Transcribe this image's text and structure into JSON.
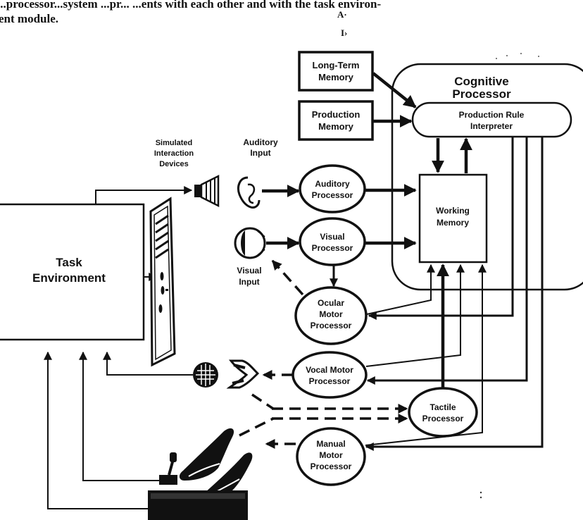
{
  "caption": {
    "line1": "...processor...system ...pr... ...ents with each other and with the task environ-",
    "line2": "ent module.",
    "mark1": "A·",
    "mark2": "I›"
  },
  "cognitive": {
    "title_line1": "Cognitive",
    "title_line2": "Processor",
    "rule_line1": "Production Rule",
    "rule_line2": "Interpreter",
    "working_line1": "Working",
    "working_line2": "Memory"
  },
  "memories": {
    "long_term_line1": "Long-Term",
    "long_term_line2": "Memory",
    "production_line1": "Production",
    "production_line2": "Memory"
  },
  "devices": {
    "line1": "Simulated",
    "line2": "Interaction",
    "line3": "Devices"
  },
  "inputs": {
    "auditory_line1": "Auditory",
    "auditory_line2": "Input",
    "visual_line1": "Visual",
    "visual_line2": "Input"
  },
  "task": {
    "line1": "Task",
    "line2": "Environment"
  },
  "processors": {
    "auditory_line1": "Auditory",
    "auditory_line2": "Processor",
    "visual_line1": "Visual",
    "visual_line2": "Processor",
    "ocular_line1": "Ocular",
    "ocular_line2": "Motor",
    "ocular_line3": "Processor",
    "vocal_line1": "Vocal Motor",
    "vocal_line2": "Processor",
    "tactile_line1": "Tactile",
    "tactile_line2": "Processor",
    "manual_line1": "Manual",
    "manual_line2": "Motor",
    "manual_line3": "Processor"
  },
  "icons": [
    "speaker-icon",
    "display-screen-icon",
    "ear-icon",
    "eye-icon",
    "microphone-icon",
    "mouth-icon",
    "hands-icon",
    "joystick-icon",
    "keyboard-icon"
  ]
}
